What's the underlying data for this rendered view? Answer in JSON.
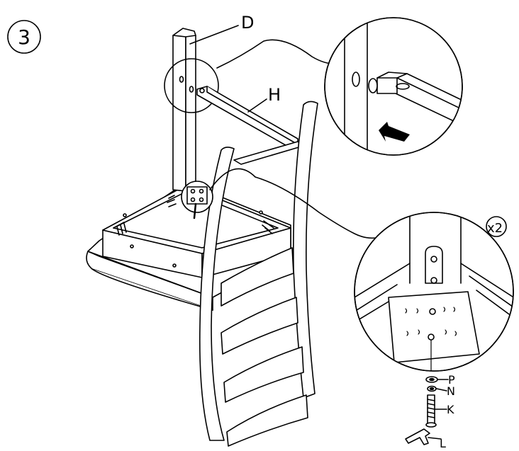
{
  "step": {
    "number": "3"
  },
  "part_labels": {
    "leg": "D",
    "stretcher": "H",
    "washer": "P",
    "lock_washer": "N",
    "bolt": "K",
    "allen_key": "L"
  },
  "quantity": "x2",
  "colors": {
    "line": "#000000",
    "fill": "#ffffff",
    "arrow": "#000000"
  }
}
